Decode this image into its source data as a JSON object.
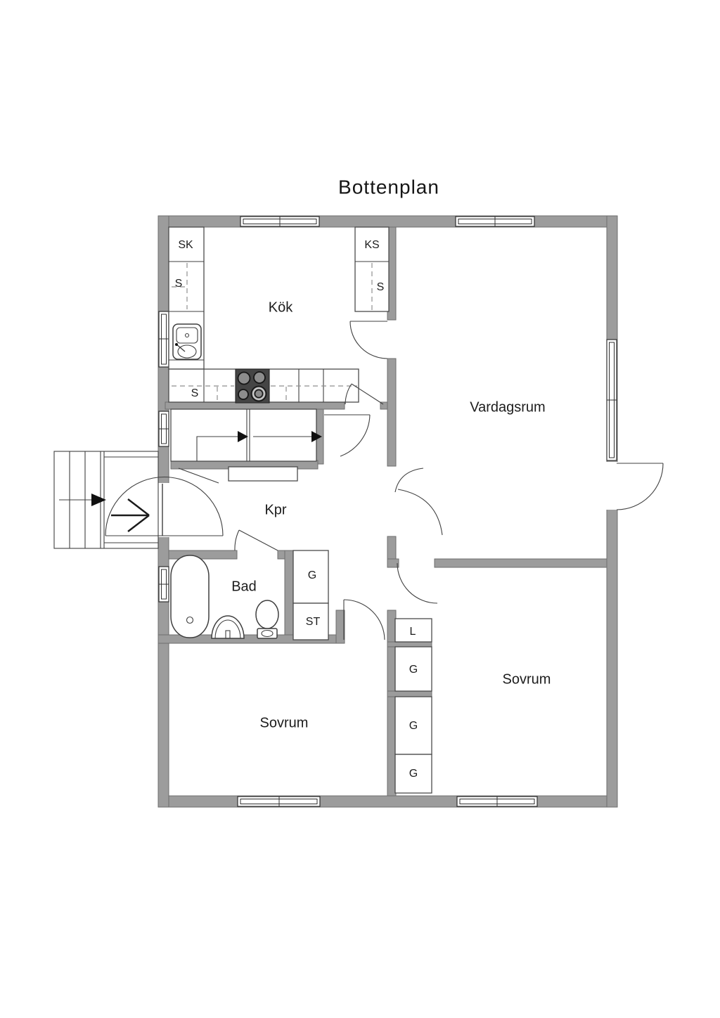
{
  "title": "Bottenplan",
  "colors": {
    "wall": "#9c9c9c",
    "line": "#3f3f3f",
    "stove": "#454545",
    "text": "#1c1c1c"
  },
  "rooms": {
    "kok": "Kök",
    "vardagsrum": "Vardagsrum",
    "kpr": "Kpr",
    "bad": "Bad",
    "sovrum_left": "Sovrum",
    "sovrum_right": "Sovrum"
  },
  "units": {
    "sk": "SK",
    "s_tall": "S",
    "ks": "KS",
    "s_ks": "S",
    "s_counter": "S",
    "g_nook": "G",
    "st": "ST",
    "l": "L",
    "g_1": "G",
    "g_2": "G",
    "g_3": "G"
  }
}
